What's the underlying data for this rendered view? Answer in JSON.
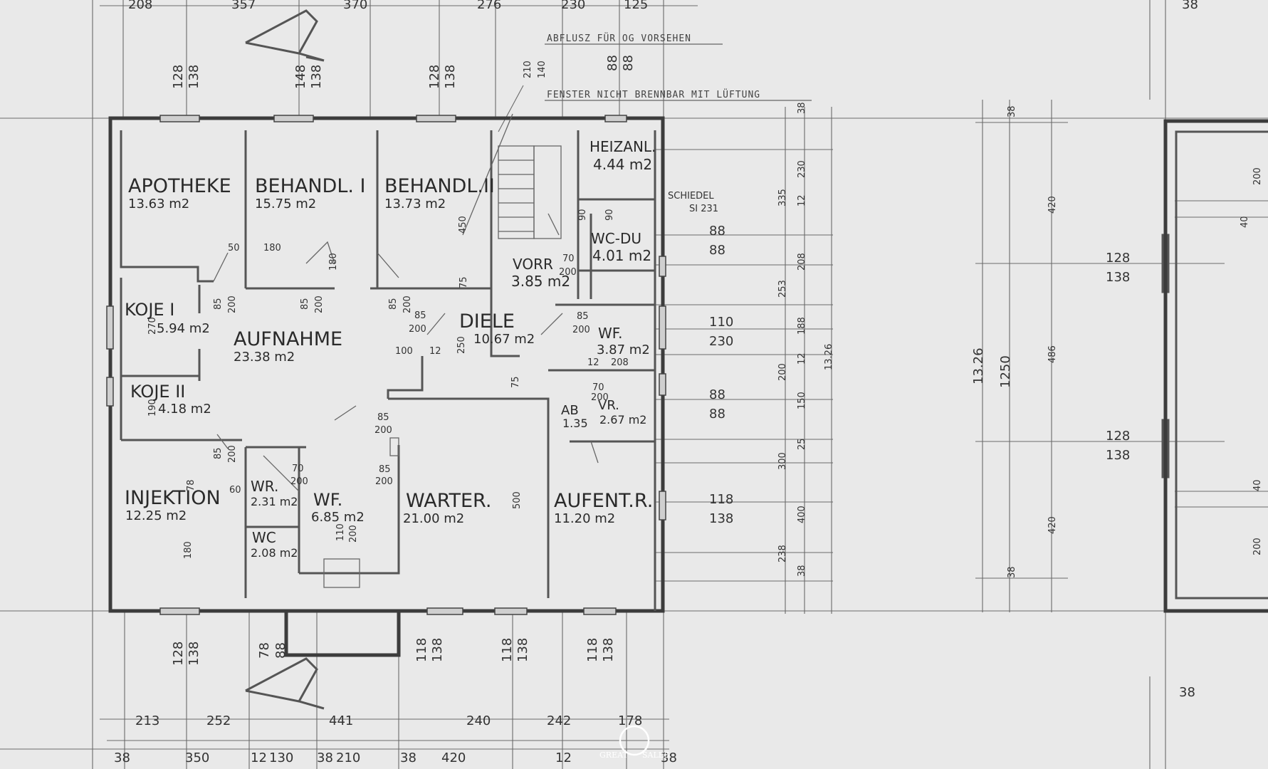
{
  "notes": {
    "abfluss": "ABFLUSZ FÜR OG VORSEHEN",
    "fenster": "FENSTER NICHT BRENNBAR MIT LÜFTUNG",
    "schiedel_1": "SCHIEDEL",
    "schiedel_2": "SI 231"
  },
  "rooms": {
    "apotheke": {
      "name": "APOTHEKE",
      "area": "13.63 m2"
    },
    "behandl1": {
      "name": "BEHANDL. I",
      "area": "15.75 m2"
    },
    "behandl2": {
      "name": "BEHANDL.II",
      "area": "13.73 m2"
    },
    "heizanl": {
      "name": "HEIZANL.",
      "area": "4.44 m2"
    },
    "wcdu": {
      "name": "WC-DU",
      "area": "4.01 m2"
    },
    "vorr": {
      "name": "VORR",
      "area": "3.85 m2"
    },
    "koje1": {
      "name": "KOJE I",
      "area": "5.94 m2"
    },
    "aufnahme": {
      "name": "AUFNAHME",
      "area": "23.38 m2"
    },
    "diele": {
      "name": "DIELE",
      "area": "10.67 m2"
    },
    "wf1": {
      "name": "WF.",
      "area": "3.87 m2"
    },
    "koje2": {
      "name": "KOJE II",
      "area": "4.18 m2"
    },
    "ab": {
      "name": "AB",
      "area": "1.35"
    },
    "vr": {
      "name": "VR.",
      "area": "2.67 m2"
    },
    "injektion": {
      "name": "INJEKTION",
      "area": "12.25 m2"
    },
    "wr": {
      "name": "WR.",
      "area": "2.31 m2"
    },
    "wf2": {
      "name": "WF.",
      "area": "6.85 m2"
    },
    "wc": {
      "name": "WC",
      "area": "2.08 m2"
    },
    "warter": {
      "name": "WARTER.",
      "area": "21.00 m2"
    },
    "aufentr": {
      "name": "AUFENT.R.",
      "area": "11.20 m2"
    }
  },
  "dims": {
    "top": [
      "208",
      "357",
      "370",
      "276",
      "230",
      "125"
    ],
    "top_right": "38",
    "vert_top": [
      [
        "128",
        "138"
      ],
      [
        "148",
        "138"
      ],
      [
        "128",
        "138"
      ],
      [
        "210",
        "140"
      ],
      [
        "88",
        "88"
      ]
    ],
    "right_chain": [
      "38",
      "230",
      "12",
      "208",
      "253",
      "188",
      "12",
      "200",
      "150",
      "25",
      "300",
      "400",
      "238",
      "38"
    ],
    "right_335": "335",
    "right_total": "13.26",
    "window_dims": [
      [
        "88",
        "88"
      ],
      [
        "110",
        "230"
      ],
      [
        "88",
        "88"
      ],
      [
        "118",
        "138"
      ]
    ],
    "bottom_windows": [
      [
        "128",
        "138"
      ],
      [
        "78",
        "88"
      ],
      [
        "118",
        "138"
      ],
      [
        "118",
        "138"
      ],
      [
        "118",
        "138"
      ]
    ],
    "bottom_row1": [
      "213",
      "252",
      "441",
      "240",
      "242",
      "178"
    ],
    "bottom_row2": [
      "38",
      "350",
      "12",
      "130",
      "38",
      "210",
      "38",
      "420",
      "12"
    ],
    "bottom_row2_right": "38",
    "section_total": "13.26",
    "section_1250": "1250",
    "section_top38": "38",
    "section_420a": "420",
    "section_486": "486",
    "section_420b": "420",
    "section_bottom38": "38",
    "section_win1": [
      "128",
      "138"
    ],
    "section_win2": [
      "128",
      "138"
    ],
    "far_right": [
      "200",
      "40",
      "40",
      "200"
    ],
    "far_right_38": "38"
  },
  "door_labels": {
    "d1": [
      "50",
      "180"
    ],
    "d2": [
      "85",
      "200"
    ],
    "d3": [
      "85",
      "200"
    ],
    "d4": [
      "180"
    ],
    "d5": [
      "85",
      "200"
    ],
    "d6": [
      "85",
      "200"
    ],
    "d7": [
      "70",
      "200"
    ],
    "d8": [
      "85",
      "200"
    ],
    "d9": [
      "100"
    ],
    "d10": [
      "12"
    ],
    "d11": [
      "250"
    ],
    "d12": [
      "75"
    ],
    "d13": [
      "450"
    ],
    "d14": [
      "90",
      "90"
    ],
    "d15": [
      "208",
      "12"
    ],
    "d16": [
      "70",
      "200"
    ],
    "d17": [
      "85",
      "200"
    ],
    "d18": [
      "85",
      "200"
    ],
    "d19": [
      "85",
      "200"
    ],
    "d20": [
      "70",
      "200"
    ],
    "d21": [
      "60"
    ],
    "d22": [
      "78"
    ],
    "d23": [
      "180"
    ],
    "d24": [
      "110",
      "200"
    ],
    "d25": [
      "500"
    ],
    "d26": [
      "270"
    ],
    "d27": [
      "190"
    ],
    "d28": [
      "75"
    ]
  },
  "logo": {
    "text": "GREAT",
    "text2": "SALES"
  }
}
